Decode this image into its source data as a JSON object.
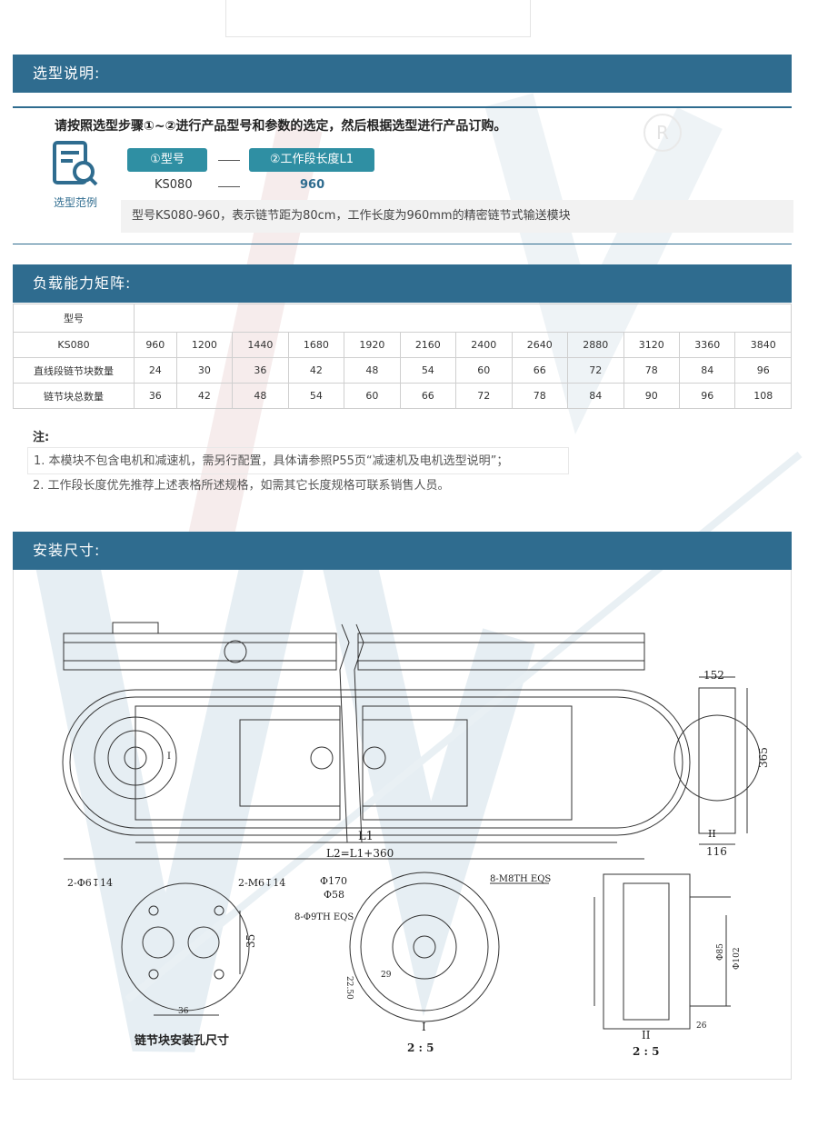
{
  "sections": {
    "selection": "选型说明:",
    "load": "负载能力矩阵:",
    "install": "安装尺寸:"
  },
  "selection": {
    "headline": "请按照选型步骤①~②进行产品型号和参数的选定，然后根据选型进行产品订购。",
    "example_label": "选型范例",
    "step1": "①型号",
    "step2": "②工作段长度L1",
    "value1": "KS080",
    "value2": "960",
    "description": "型号KS080-960，表示链节距为80cm，工作长度为960mm的精密链节式输送模块"
  },
  "matrix": {
    "header_label": "型号",
    "model": "KS080",
    "lengths": [
      "960",
      "1200",
      "1440",
      "1680",
      "1920",
      "2160",
      "2400",
      "2640",
      "2880",
      "3120",
      "3360",
      "3840"
    ],
    "straight_label": "直线段链节块数量",
    "straight": [
      "24",
      "30",
      "36",
      "42",
      "48",
      "54",
      "60",
      "66",
      "72",
      "78",
      "84",
      "96"
    ],
    "total_label": "链节块总数量",
    "total": [
      "36",
      "42",
      "48",
      "54",
      "60",
      "66",
      "72",
      "78",
      "84",
      "90",
      "96",
      "108"
    ]
  },
  "notes": {
    "title": "注:",
    "items": [
      "1. 本模块不包含电机和减速机，需另行配置，具体请参照P55页“减速机及电机选型说明”；",
      "2. 工作段长度优先推荐上述表格所述规格，如需其它长度规格可联系销售人员。"
    ]
  },
  "drawing": {
    "dim_152": "152",
    "dim_365": "365",
    "dim_116": "116",
    "label_II_side": "II",
    "label_I_pulley": "I",
    "dim_L1": "L1",
    "dim_L2": "L2=L1+360",
    "hole_left_top": "2-Φ6↧14",
    "hole_right_top": "2-M6↧14",
    "dim_35": "35",
    "dim_36": "36",
    "block_caption": "链节块安装孔尺寸",
    "d170": "Φ170",
    "d58": "Φ58",
    "holes_9th": "8-Φ9TH EQS",
    "holes_m8": "8-M8TH EQS",
    "dim_2250": "22.50",
    "dim_29": "29",
    "label_I": "I",
    "scale_I": "2 : 5",
    "d85": "Φ85",
    "d102": "Φ102",
    "dim_26": "26",
    "label_II": "II",
    "scale_II": "2 : 5"
  },
  "colors": {
    "header_bar": "#2f6c8f",
    "pill": "#2f8fa3",
    "watermark": "#dde8ef"
  }
}
